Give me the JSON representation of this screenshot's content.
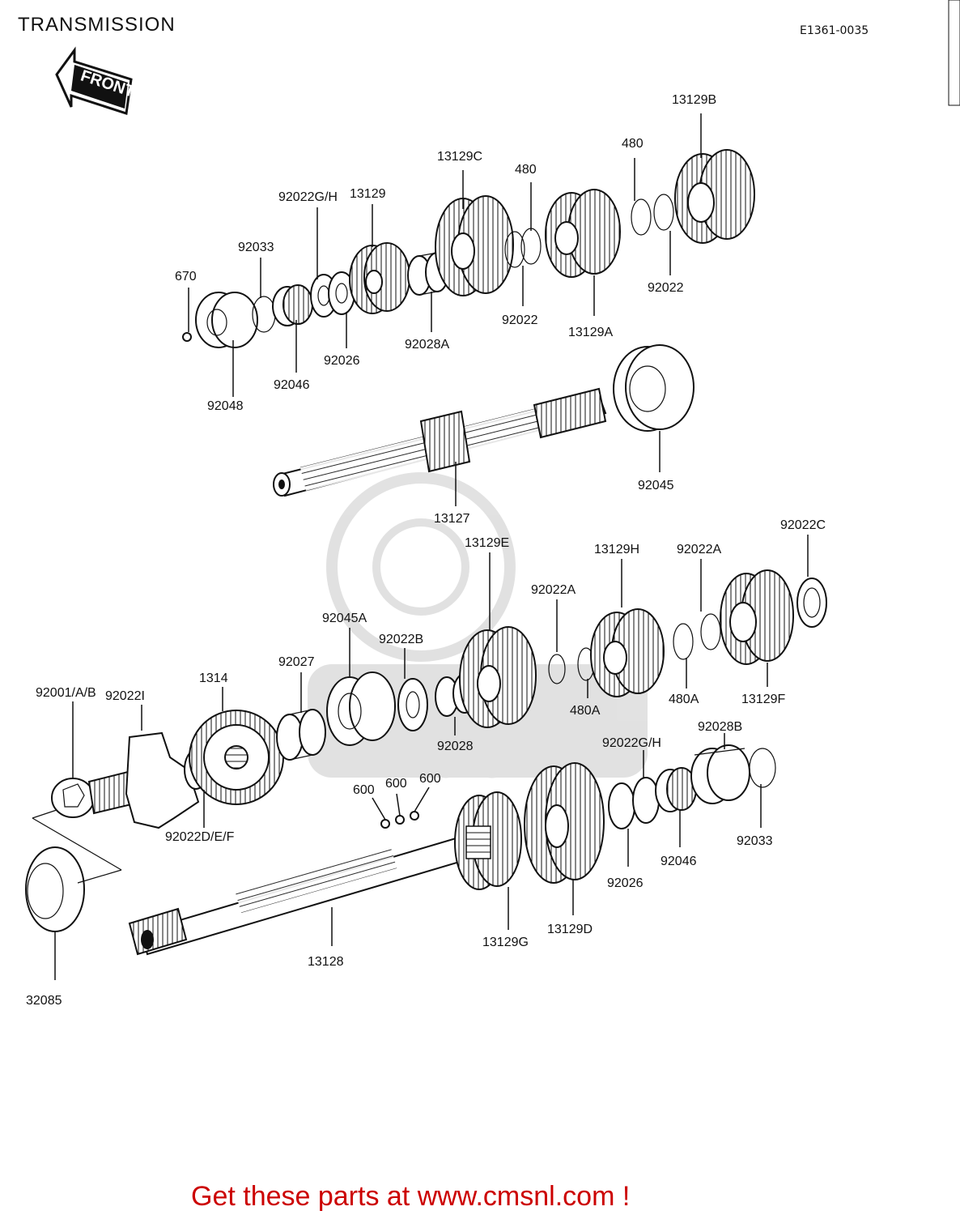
{
  "header": {
    "title": "TRANSMISSION",
    "code": "E1361-0035",
    "front_label": "FRONT"
  },
  "watermark": "WWW.CMSNL.COM",
  "parts": [
    "13129B",
    "480",
    "13129C",
    "480",
    "13129",
    "92022G/H",
    "92033",
    "670",
    "92048",
    "92046",
    "92026",
    "92028A",
    "92022",
    "13129A",
    "92022",
    "92045",
    "13127",
    "92022C",
    "13129H",
    "92022A",
    "13129E",
    "92022A",
    "92045A",
    "92022B",
    "92027",
    "1314",
    "92022I",
    "92001/A/B",
    "480A",
    "480A",
    "13129F",
    "92028",
    "92028B",
    "92022G/H",
    "600",
    "600",
    "600",
    "92022D/E/F",
    "92033",
    "92046",
    "92026",
    "13129D",
    "13129G",
    "13128",
    "32085"
  ],
  "footer": {
    "promo": "Get these parts at www.cmsnl.com !"
  }
}
